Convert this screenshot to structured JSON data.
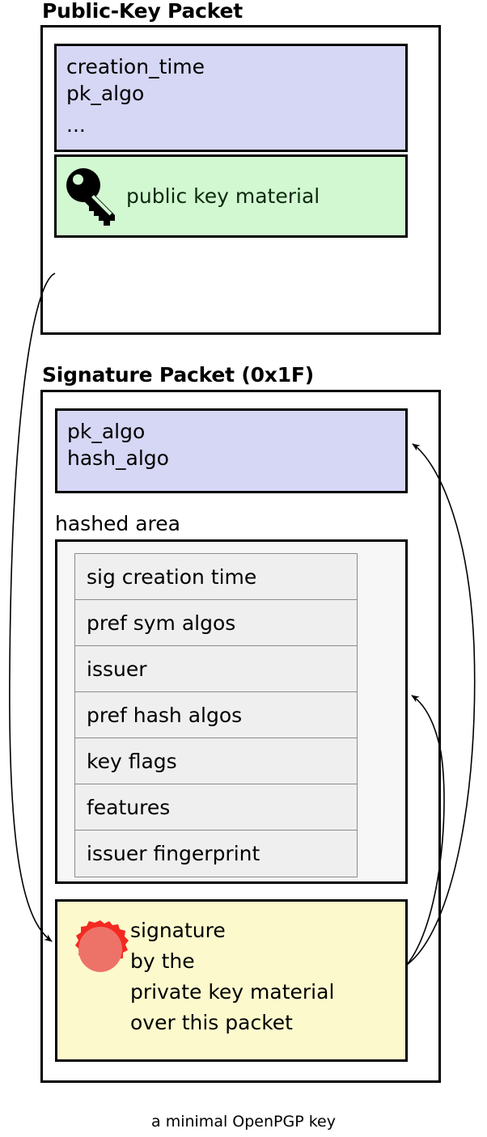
{
  "caption": "a minimal OpenPGP key",
  "colors": {
    "lavender": "#d6d6f5",
    "green": "#d2f8d2",
    "yellow": "#fcf9cd",
    "subpacket_gray": "#efefef",
    "hashed_area_gray": "#f7f7f7",
    "seal_outer_red": "#f42a22",
    "seal_inner_red": "#ed7369",
    "outline_black": "#000000"
  },
  "public_key_packet": {
    "title": "Public-Key Packet",
    "meta_fields": [
      "creation_time",
      "pk_algo",
      "..."
    ],
    "material": {
      "icon": "key-icon",
      "label": "public key material"
    }
  },
  "signature_packet": {
    "title": "Signature Packet (0x1F)",
    "algo_fields": [
      "pk_algo",
      "hash_algo"
    ],
    "hashed_area": {
      "label": "hashed area",
      "subpackets": [
        "sig creation time",
        "pref sym algos",
        "issuer",
        "pref hash algos",
        "key flags",
        "features",
        "issuer fingerprint"
      ]
    },
    "signature_block": {
      "icon": "wax-seal-icon",
      "lines": [
        "signature",
        "by the",
        "private key material",
        "over this packet"
      ]
    }
  }
}
